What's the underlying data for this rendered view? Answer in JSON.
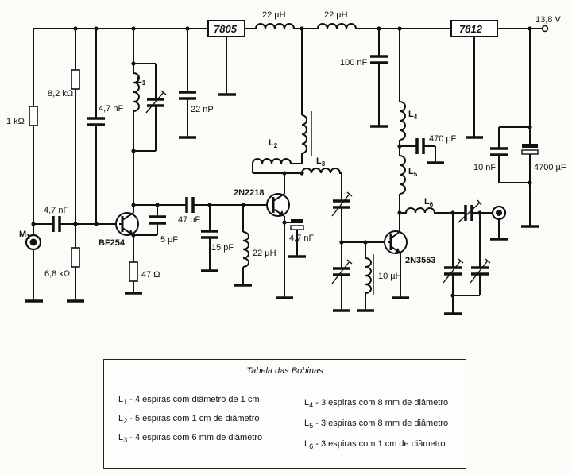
{
  "supply": {
    "voltage": "13,8 V"
  },
  "regulators": {
    "r1": "7805",
    "r2": "7812"
  },
  "labels": {
    "l_top1": "22 µH",
    "l_top2": "22 µH",
    "r_1k": "1 kΩ",
    "r_8k2": "8,2 kΩ",
    "r_6k8": "6,8 kΩ",
    "c_4n7_a": "4,7 nF",
    "c_4n7_b": "4,7 nF",
    "c_22n": "22 nP",
    "c_47p": "47 pF",
    "c_5p": "5 pF",
    "r_47": "47 Ω",
    "c_15p": "15 pF",
    "l_22u": "22 µH",
    "c_4n7_c": "4,7 nF",
    "c_100n": "100 nF",
    "c_470p": "470 pF",
    "c_10n": "10 nF",
    "c_4700u": "4700 µF",
    "l_10u": "10 µH",
    "mic": "M",
    "mic_sub": "1",
    "L1": "L",
    "L1_sub": "1",
    "L2": "L",
    "L2_sub": "2",
    "L3": "L",
    "L3_sub": "3",
    "L4": "L",
    "L4_sub": "4",
    "L5": "L",
    "L5_sub": "5",
    "L6": "L",
    "L6_sub": "6",
    "q1": "BF254",
    "q2": "2N2218",
    "q3": "2N3553"
  },
  "coil_table": {
    "title": "Tabela das Bobinas",
    "rows": [
      {
        "name": "L",
        "sub": "1",
        "text": " - 4 espiras com diâmetro de 1 cm"
      },
      {
        "name": "L",
        "sub": "2",
        "text": " - 5 espiras com 1 cm de diâmetro"
      },
      {
        "name": "L",
        "sub": "3",
        "text": " - 4 espiras com 6 mm de diâmetro"
      },
      {
        "name": "L",
        "sub": "4",
        "text": " - 3 espiras com 8 mm de diâmetro"
      },
      {
        "name": "L",
        "sub": "5",
        "text": " - 3 espiras com 8 mm de diâmetro"
      },
      {
        "name": "L",
        "sub": "6",
        "text": " - 3 espiras com 1 cm de diâmetro"
      }
    ]
  }
}
